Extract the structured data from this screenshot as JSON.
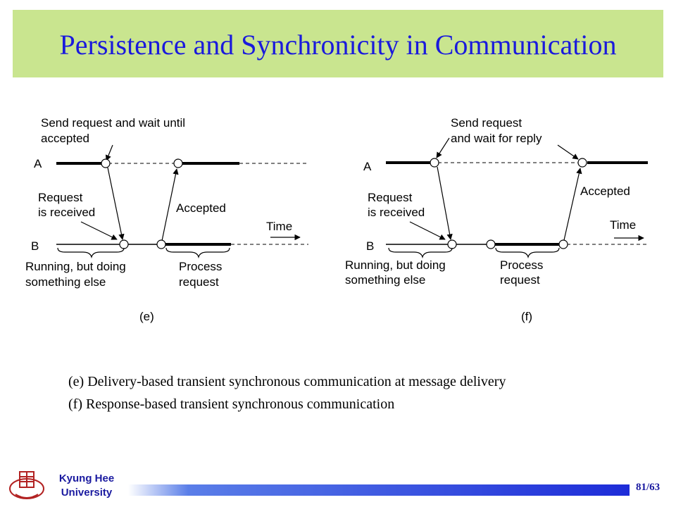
{
  "slide": {
    "title": "Persistence and Synchronicity in Communication",
    "page_number": "81/63"
  },
  "diagram_e": {
    "note_top_line1": "Send request and wait until",
    "note_top_line2": "accepted",
    "label_a": "A",
    "label_b": "B",
    "request_line1": "Request",
    "request_line2": "is received",
    "accepted": "Accepted",
    "time": "Time",
    "running_line1": "Running, but  doing",
    "running_line2": "something else",
    "process_line1": "Process",
    "process_line2": "request",
    "caption": "(e)"
  },
  "diagram_f": {
    "note_top_line1": "Send request",
    "note_top_line2": "and wait for reply",
    "label_a": "A",
    "label_b": "B",
    "request_line1": "Request",
    "request_line2": "is received",
    "accepted": "Accepted",
    "time": "Time",
    "running_line1": "Running, but  doing",
    "running_line2": "something else",
    "process_line1": "Process",
    "process_line2": "request",
    "caption": "(f)"
  },
  "captions": {
    "line_e": "(e) Delivery-based transient synchronous communication at message delivery",
    "line_f": "(f) Response-based transient synchronous communication"
  },
  "footer": {
    "university_line1": "Kyung Hee",
    "university_line2": "University"
  },
  "colors": {
    "title_bg": "#c9e58f",
    "title_text": "#1a1adc",
    "footer_text": "#1a1aa0"
  }
}
